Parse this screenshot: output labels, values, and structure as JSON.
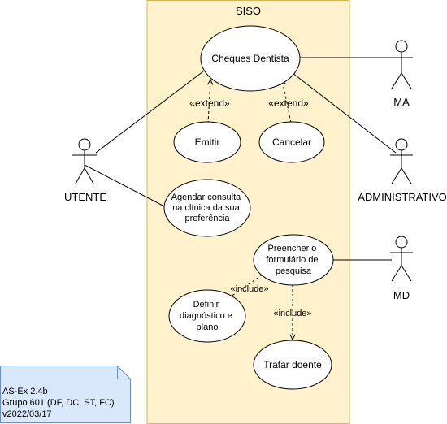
{
  "system": {
    "name": "SISO"
  },
  "actors": {
    "utente": "UTENTE",
    "ma": "MA",
    "administrativo": "ADMINISTRATIVO",
    "md": "MD"
  },
  "use_cases": {
    "cheques": "Cheques Dentista",
    "emitir": "Emitir",
    "cancelar": "Cancelar",
    "agendar": [
      "Agendar consulta",
      "na clínica da sua",
      "preferência"
    ],
    "preencher": [
      "Preencher o",
      "formulário de",
      "pesquisa"
    ],
    "definir": [
      "Definir",
      "diagnóstico e",
      "plano"
    ],
    "tratar": "Tratar doente"
  },
  "relations": {
    "extend_1": "«extend»",
    "extend_2": "«extend»",
    "include_1": "«include»",
    "include_2": "«include»"
  },
  "note": [
    "AS-Ex 2.4b",
    "Grupo 601 (DF, DC, ST, FC)",
    "v2022/03/17"
  ],
  "colors": {
    "system_fill": "#fff2cc",
    "system_stroke": "#d6b656",
    "note_fill": "#dae8fc",
    "note_stroke": "#6c8ebf"
  }
}
